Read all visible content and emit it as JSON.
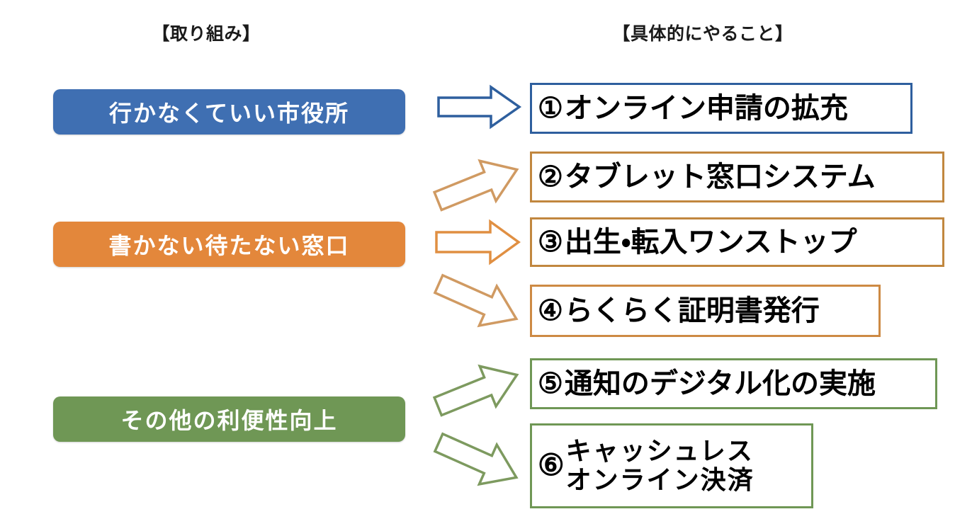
{
  "headers": {
    "left": "【取り組み】",
    "right": "【具体的にやること】"
  },
  "themes": [
    {
      "label": "行かなくていい市役所",
      "color": "#3f6fb2",
      "name": "theme-go-free-city-hall"
    },
    {
      "label": "書かない待たない窓口",
      "color": "#e3873b",
      "name": "theme-no-write-no-wait-counter"
    },
    {
      "label": "その他の利便性向上",
      "color": "#6f9755",
      "name": "theme-other-convenience-improvements"
    }
  ],
  "actions": [
    {
      "number": "①",
      "label": "オンライン申請の拡充",
      "border_color": "#2e5f9e",
      "theme_index": 0
    },
    {
      "number": "②",
      "label": "タブレット窓口システム",
      "border_color": "#c1873f",
      "theme_index": 1
    },
    {
      "number": "③",
      "label": "出生・転入ワンストップ",
      "border_color": "#c1873f",
      "theme_index": 1
    },
    {
      "number": "④",
      "label": "らくらく証明書発行",
      "border_color": "#cd8a44",
      "theme_index": 1
    },
    {
      "number": "⑤",
      "label": "通知のデジタル化の実施",
      "border_color": "#6f9755",
      "theme_index": 2
    },
    {
      "number": "⑥",
      "label": "キャッシュレス\nオンライン決済",
      "border_color": "#6f9755",
      "theme_index": 2
    }
  ],
  "arrows": [
    {
      "name": "arrow-to-action-1",
      "color": "#2e5f9e",
      "direction": "right",
      "target": "①"
    },
    {
      "name": "arrow-to-action-2",
      "color": "#d09a62",
      "direction": "up-right",
      "target": "②"
    },
    {
      "name": "arrow-to-action-3",
      "color": "#e08f42",
      "direction": "right",
      "target": "③"
    },
    {
      "name": "arrow-to-action-4",
      "color": "#d09a62",
      "direction": "down-right",
      "target": "④"
    },
    {
      "name": "arrow-to-action-5",
      "color": "#7d9a5f",
      "direction": "up-right",
      "target": "⑤"
    },
    {
      "name": "arrow-to-action-6",
      "color": "#7d9a5f",
      "direction": "down-right",
      "target": "⑥"
    }
  ],
  "colors": {
    "background": "#ffffff",
    "text": "#000000",
    "blue": "#3f6fb2",
    "orange": "#e3873b",
    "green": "#6f9755"
  }
}
